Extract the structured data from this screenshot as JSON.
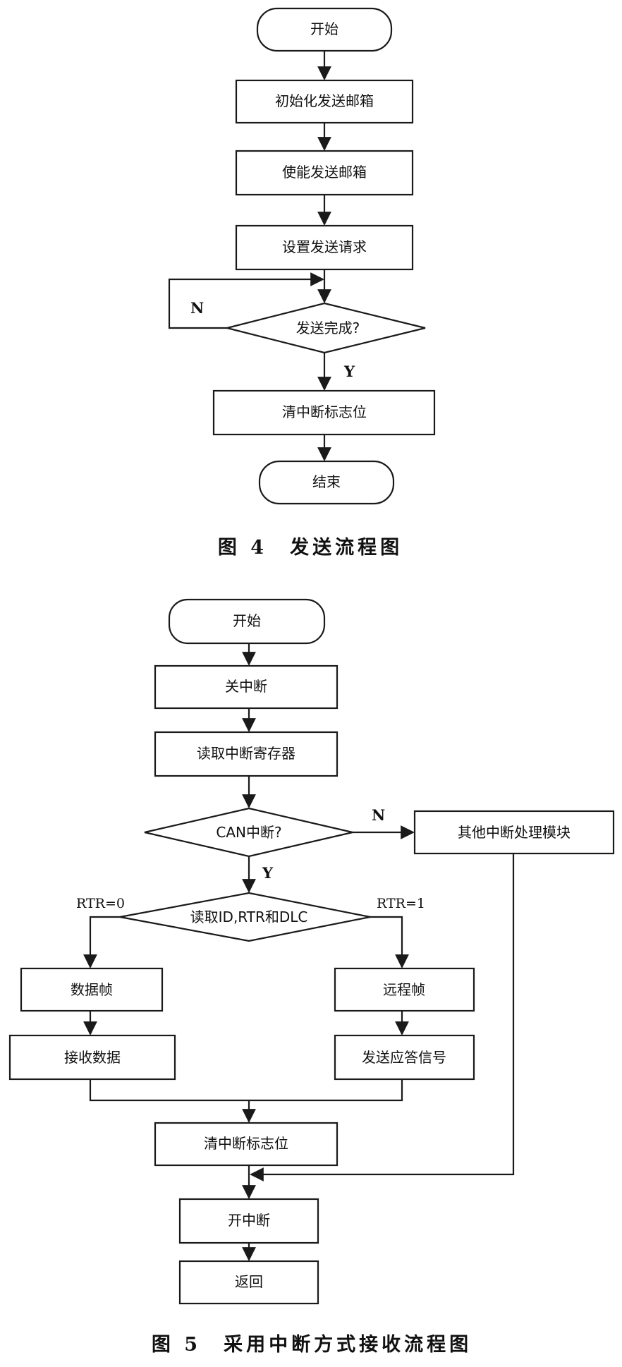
{
  "figure4": {
    "start": "开始",
    "init_mailbox": "初始化发送邮箱",
    "enable_mailbox": "使能发送邮箱",
    "set_request": "设置发送请求",
    "send_done": "发送完成?",
    "label_n": "N",
    "label_y": "Y",
    "clear_flag": "清中断标志位",
    "end": "结束",
    "caption": "图 4　发送流程图"
  },
  "figure5": {
    "start": "开始",
    "disable_int": "关中断",
    "read_reg": "读取中断寄存器",
    "can_int": "CAN中断?",
    "label_n": "N",
    "label_y": "Y",
    "other_module": "其他中断处理模块",
    "read_id": "读取ID,RTR和DLC",
    "rtr0": "RTR=0",
    "rtr1": "RTR=1",
    "data_frame": "数据帧",
    "remote_frame": "远程帧",
    "recv_data": "接收数据",
    "send_ack": "发送应答信号",
    "clear_flag": "清中断标志位",
    "enable_int": "开中断",
    "return": "返回",
    "caption": "图 5　采用中断方式接收流程图"
  }
}
